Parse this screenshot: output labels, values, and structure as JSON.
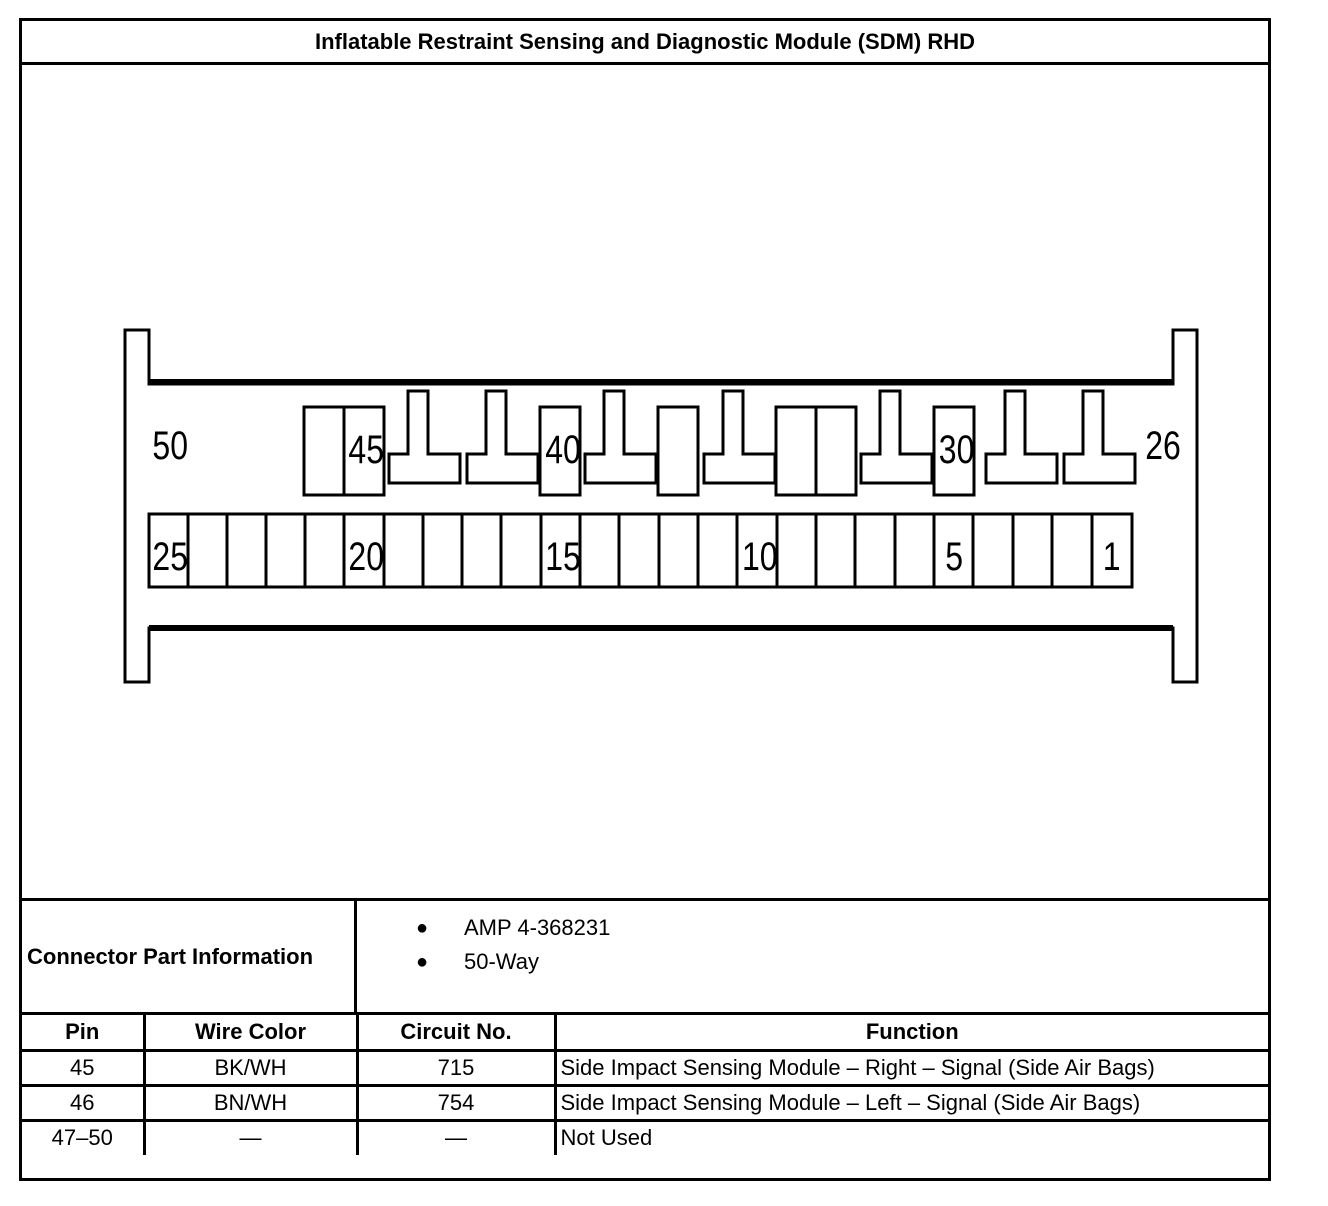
{
  "title": "Inflatable Restraint Sensing and Diagnostic Module (SDM) RHD",
  "connector": {
    "pin_labels": {
      "p50": "50",
      "p45": "45",
      "p40": "40",
      "p30": "30",
      "p26": "26",
      "p25": "25",
      "p20": "20",
      "p15": "15",
      "p10": "10",
      "p5": "5",
      "p1": "1"
    }
  },
  "part_info": {
    "label": "Connector Part Information",
    "items": [
      "AMP 4-368231",
      "50-Way"
    ]
  },
  "table": {
    "headers": {
      "pin": "Pin",
      "wire_color": "Wire Color",
      "circuit": "Circuit No.",
      "function": "Function"
    },
    "rows": [
      {
        "pin": "45",
        "wire_color": "BK/WH",
        "circuit": "715",
        "function": "Side Impact Sensing Module – Right – Signal (Side Air Bags)"
      },
      {
        "pin": "46",
        "wire_color": "BN/WH",
        "circuit": "754",
        "function": "Side Impact Sensing Module – Left – Signal (Side Air Bags)"
      },
      {
        "pin": "47–50",
        "wire_color": "—",
        "circuit": "—",
        "function": "Not Used"
      }
    ]
  }
}
